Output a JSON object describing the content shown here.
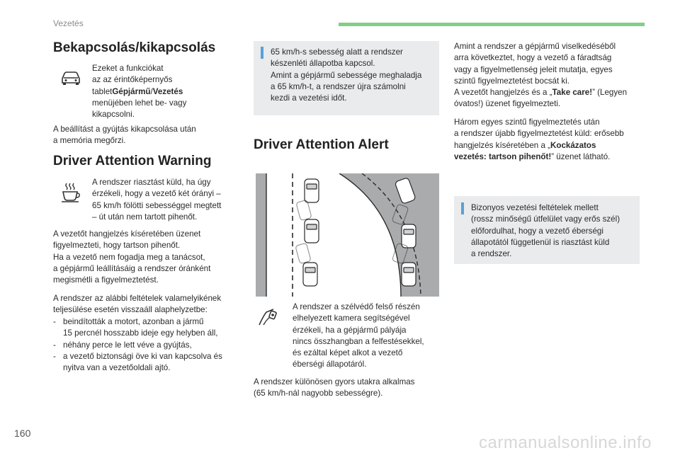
{
  "header": {
    "section": "Vezetés",
    "accent_color": "#7fcf86"
  },
  "page_number": "160",
  "watermark": "carmanualsonline.info",
  "col1": {
    "title": "Bekapcsolás/kikapcsolás",
    "intro_line1": "Ezeket a funkciókat",
    "intro_line2": "az az érintőképernyős",
    "intro_pre": "tablet",
    "intro_b1": "Gépjármű",
    "intro_sep": "/",
    "intro_b2": "Vezetés",
    "intro_line4": "menüjében lehet be- vagy",
    "intro_line5": "kikapcsolni.",
    "reset_note": "A beállítást a gyújtás kikapcsolása után\na memória megőrzi.",
    "dawarn_title": "Driver Attention Warning",
    "dawarn_text": "A rendszer riasztást küld, ha úgy\nérzékeli, hogy a vezető két órányi –\n65 km/h fölötti sebességgel megtett\n– út után nem tartott pihenőt.",
    "dawarn_p2": "A vezetőt hangjelzés kíséretében üzenet\nfigyelmezteti, hogy tartson pihenőt.\nHa a vezető nem fogadja meg a tanácsot,\na gépjármű leállításáig a rendszer óránként\nmegismétli a figyelmeztetést.",
    "reset_intro": "A rendszer az alábbi feltételek valamelyikének\nteljesülése esetén visszaáll alaphelyzetbe:",
    "reset_items": [
      "beindították a motort, azonban a jármű\n15 percnél hosszabb ideje egy helyben áll,",
      "néhány perce le lett véve a gyújtás,",
      "a vezető biztonsági öve ki van kapcsolva és\nnyitva van a vezetőoldali ajtó."
    ]
  },
  "col2": {
    "info_text": "65 km/h-s sebesség alatt a rendszer\nkészenléti állapotba kapcsol.\nAmint a gépjármű sebessége meghaladja\na 65 km/h-t, a rendszer újra számolni\nkezdi a vezetési időt.",
    "daa_title": "Driver Attention Alert",
    "camera_text": "A rendszer a szélvédő felső részén\nelhelyezett kamera segítségével\nérzékeli, ha a gépjármű pályája\nnincs összhangban a felfestésekkel,\nés ezáltal képet alkot a vezető\néberségi állapotáról.",
    "suit_text": "A rendszer különösen gyors utakra alkalmas\n(65 km/h-nál nagyobb sebességre)."
  },
  "col3": {
    "p1": "Amint a rendszer a gépjármű viselkedéséből\narra következtet, hogy a vezető a fáradtság\nvagy a figyelmetlenség jeleit mutatja, egyes\nszintű figyelmeztetést bocsát ki.",
    "p1b_pre": "A vezetőt hangjelzés és a „",
    "p1b_bold": "Take care!",
    "p1b_post": "” (Legyen",
    "p1c": "óvatos!) üzenet figyelmezteti.",
    "p2": "Három egyes szintű figyelmeztetés után\na rendszer újabb figyelmeztetést küld: erősebb",
    "p2b_pre": "hangjelzés kíséretében a „",
    "p2b_bold": "Kockázatos",
    "p2c_bold": "vezetés: tartson pihenőt!",
    "p2c_post": "” üzenet látható.",
    "info_text": "Bizonyos vezetési feltételek mellett\n(rossz minőségű útfelület vagy erős szél)\nelőfordulhat, hogy a vezető éberségi\nállapotától függetlenül is riasztást küld\na rendszer."
  },
  "icons": {
    "car": "car-icon",
    "cup": "coffee-cup-icon",
    "camera": "camera-icon",
    "info": "info-icon"
  }
}
